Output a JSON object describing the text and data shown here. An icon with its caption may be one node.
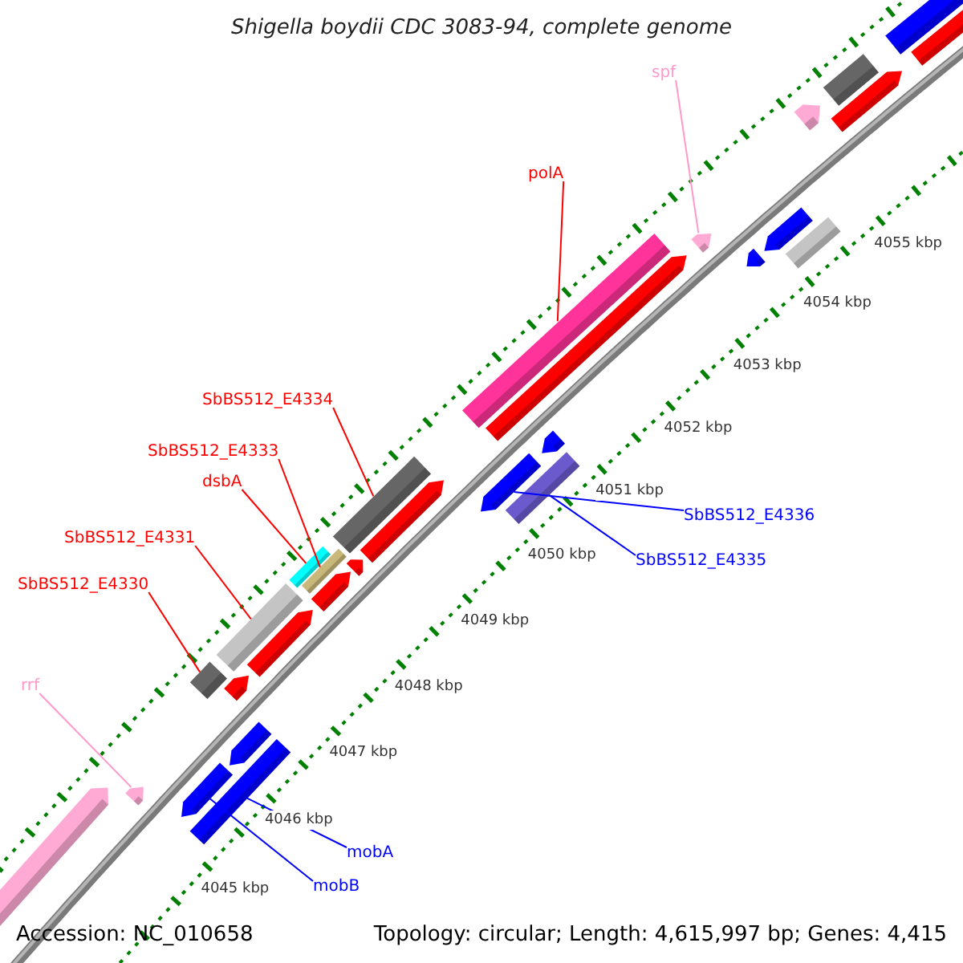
{
  "diagram": {
    "title": "Shigella boydii CDC 3083-94, complete genome",
    "nodes": [
      {
        "text": [
          "rrf"
        ]
      },
      {
        "text": [],
        "shape": "arrow"
      },
      {
        "text": [
          "SbBS512_E4330"
        ]
      },
      {
        "text": [],
        "shape": "bar"
      },
      {
        "text": [
          "SbBS512_E4331"
        ]
      },
      {
        "text": [],
        "shape": "bar"
      },
      {
        "text": [
          "dsbA"
        ]
      },
      {
        "text": [],
        "shape": "bar"
      },
      {
        "text": [
          "SbBS512_E4333"
        ]
      },
      {
        "text": [],
        "shape": "bar"
      },
      {
        "text": [
          "SbBS512_E4334"
        ]
      },
      {
        "text": [],
        "shape": "bar"
      },
      {
        "text": [
          "polA"
        ]
      },
      {
        "text": [],
        "shape": "bar"
      },
      {
        "text": [
          "spf"
        ]
      },
      {
        "text": [],
        "shape": "arrow"
      },
      {
        "text": [
          "SbBS512_E4336"
        ]
      },
      {
        "text": [],
        "shape": "arrow"
      },
      {
        "text": [
          "SbBS512_E4335"
        ]
      },
      {
        "text": [],
        "shape": "bar"
      },
      {
        "text": [
          "mobA"
        ]
      },
      {
        "text": [],
        "shape": "bar"
      },
      {
        "text": [
          "mobB"
        ]
      },
      {
        "text": [],
        "shape": "arrow"
      }
    ],
    "edges": [
      {
        "from": 0,
        "to": 1,
        "arrow": "none",
        "color": "#ff99cc"
      },
      {
        "from": 2,
        "to": 3,
        "arrow": "none"
      },
      {
        "from": 4,
        "to": 5,
        "arrow": "none"
      },
      {
        "from": 6,
        "to": 7,
        "arrow": "none"
      },
      {
        "from": 8,
        "to": 9,
        "arrow": "none"
      },
      {
        "from": 10,
        "to": 11,
        "arrow": "none"
      },
      {
        "from": 12,
        "to": 13,
        "arrow": "none"
      },
      {
        "from": 14,
        "to": 15,
        "arrow": "none",
        "color": "#ff99cc"
      },
      {
        "from": 16,
        "to": 17,
        "arrow": "none",
        "color": "#0000ff"
      },
      {
        "from": 18,
        "to": 19,
        "arrow": "none",
        "color": "#0000ff"
      },
      {
        "from": 20,
        "to": 21,
        "arrow": "none",
        "color": "#0000ff"
      },
      {
        "from": 22,
        "to": 23,
        "arrow": "none",
        "color": "#0000ff"
      }
    ],
    "labels": [
      "4045 kbp",
      "4046 kbp",
      "4047 kbp",
      "4048 kbp",
      "4049 kbp",
      "4050 kbp",
      "4051 kbp",
      "4052 kbp",
      "4053 kbp",
      "4054 kbp",
      "4055 kbp",
      "Accession: NC_010658",
      "Topology: circular; Length: 4,615,997 bp; Genes: 4,415"
    ]
  }
}
